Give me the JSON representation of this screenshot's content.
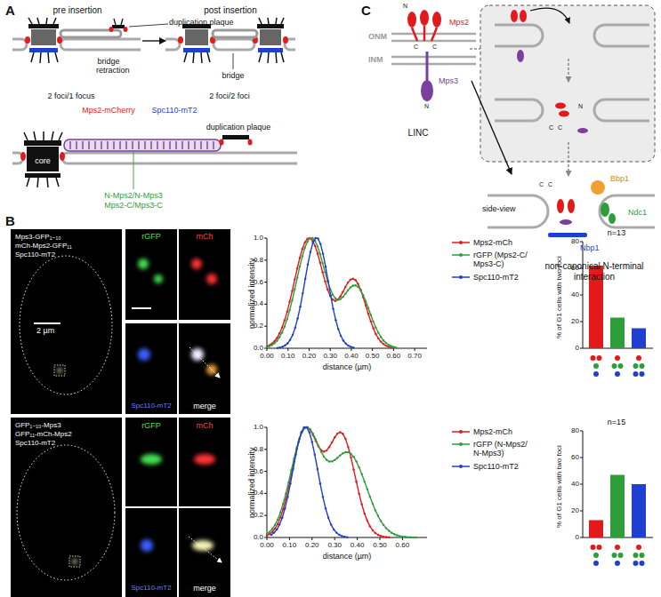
{
  "diagram": {
    "nodes": [
      {
        "text": [
          "pre insertion"
        ]
      },
      {
        "text": [
          "post insertion"
        ]
      },
      {
        "text": [
          "LINC"
        ]
      },
      {
        "text": [
          "side-view",
          "non-canonical N-terminal interaction"
        ]
      }
    ],
    "edges": [
      {
        "from": 0,
        "to": 1,
        "arrow": "to"
      },
      {
        "from": 2,
        "to": 3,
        "arrow": "to"
      }
    ],
    "labels": [
      "A",
      "duplication plaque",
      "bridge retraction",
      "bridge",
      "2 foci/1 focus",
      "2 foci/2 foci",
      "Mps2-mCherry",
      "Spc110-mT2",
      "duplication plaque",
      "core",
      "N-Mps2/N-Mps3",
      "Mps2-C/Mps3-C",
      "B",
      "Mps3-GFP₁₋₁₀",
      "mCh-Mps2-GFP₁₁",
      "Spc110-mT2",
      "2 µm",
      "rGFP",
      "mCh",
      "Spc110-mT2",
      "merge",
      "normalized intensity",
      "0.0",
      "0.2",
      "0.4",
      "0.6",
      "0.8",
      "1.0",
      "0.00",
      "0.10",
      "0.20",
      "0.30",
      "0.40",
      "0.50",
      "0.60",
      "0.70",
      "distance (µm)",
      "n=13",
      "% of G1 cells with two foci",
      "0",
      "20",
      "40",
      "60",
      "80",
      "GFP₁₋₁₀-Mps3",
      "GFP₁₁-mCh-Mps2",
      "Spc110-mT2",
      "rGFP",
      "mCh",
      "Spc110-mT2",
      "merge",
      "normalized intensity",
      "0.0",
      "0.2",
      "0.4",
      "0.6",
      "0.8",
      "1.0",
      "0.00",
      "0.10",
      "0.20",
      "0.30",
      "0.40",
      "0.50",
      "0.60",
      "distance (µm)",
      "n=15",
      "% of G1 cells with two foci",
      "0",
      "20",
      "40",
      "60",
      "80",
      "C",
      "ONM",
      "INM",
      "Mps2",
      "N",
      "C",
      "C",
      "Mps3",
      "N",
      "N",
      "C",
      "C",
      "Bbp1",
      "Ndc1",
      "Nbp1",
      "C",
      "C"
    ],
    "legend": [
      {
        "text": "Mps2-mCh"
      },
      {
        "text": "rGFP (Mps2-C/ Mps3-C)"
      },
      {
        "text": "Spc110-mT2"
      },
      {
        "text": "Mps2-mCh"
      },
      {
        "text": "rGFP (N-Mps2/ N-Mps3)"
      },
      {
        "text": "Spc110-mT2"
      }
    ]
  }
}
